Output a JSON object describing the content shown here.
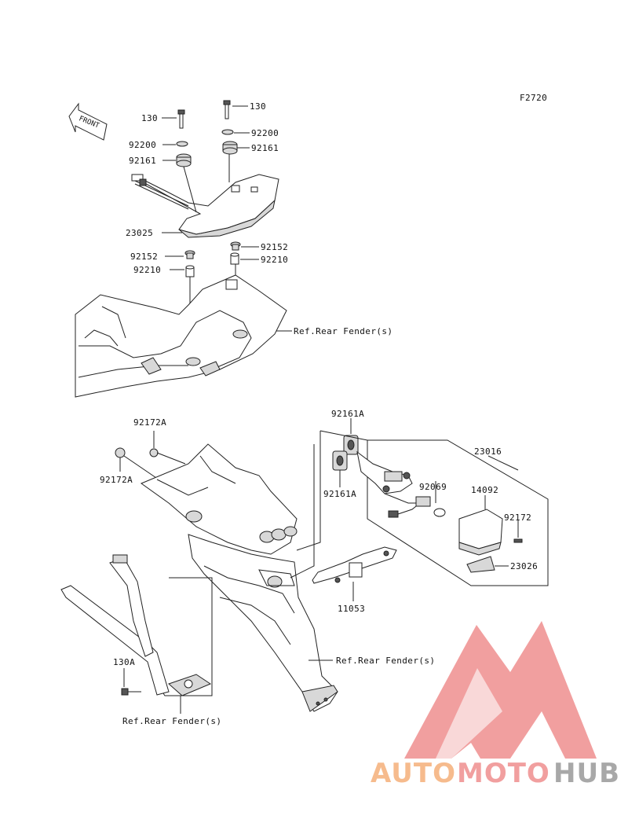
{
  "figure_code": "F2720",
  "front_label": "FRONT",
  "labels": {
    "bolt_130_left": "130",
    "bolt_130_right": "130",
    "washer_92200_left": "92200",
    "washer_92200_right": "92200",
    "grommet_92161_left": "92161",
    "grommet_92161_right": "92161",
    "tail_lamp": "23025",
    "collar_92152_left": "92152",
    "collar_92152_right": "92152",
    "spacer_92210_left": "92210",
    "spacer_92210_right": "92210",
    "ref_rear_fender_top": "Ref.Rear Fender(s)",
    "clip_92172A_top": "92172A",
    "clip_92172A_left": "92172A",
    "grommet_92161A_top": "92161A",
    "grommet_92161A_bottom": "92161A",
    "license_lamp_assy": "23016",
    "bulb": "92069",
    "cover": "14092",
    "screw": "92172",
    "lens": "23026",
    "bracket": "11053",
    "ref_rear_fender_mid": "Ref.Rear Fender(s)",
    "bolt_130A": "130A",
    "ref_rear_fender_bottom": "Ref.Rear Fender(s)"
  },
  "watermark": {
    "part1": "AUTO",
    "part2": "MOTO",
    "part3": "HUB",
    "color_orange": "#f5b07a",
    "color_red": "#ef8f8f",
    "color_gray": "#9a9a9a"
  }
}
